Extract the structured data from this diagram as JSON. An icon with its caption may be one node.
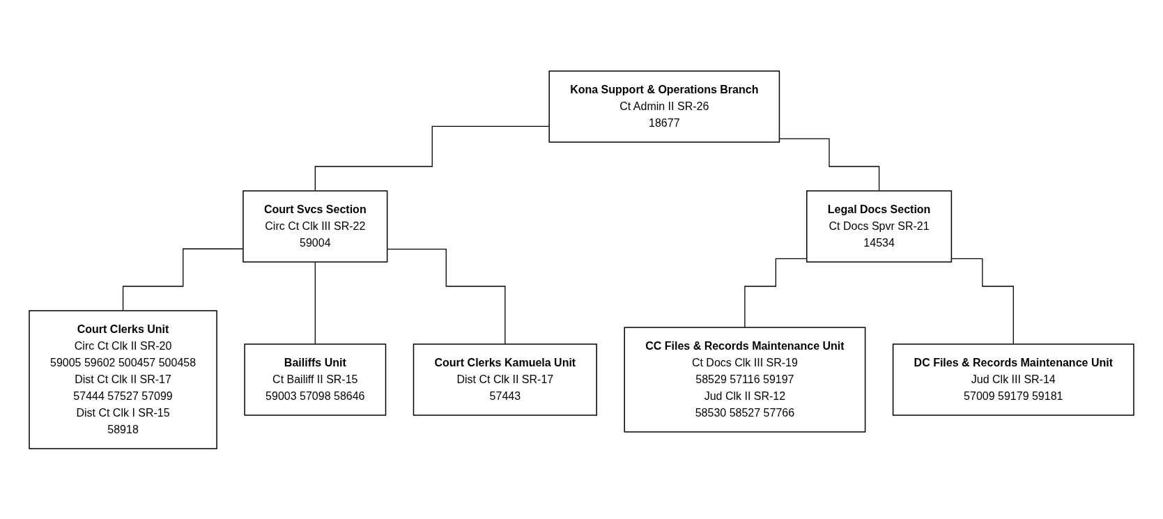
{
  "diagram": {
    "nodes": [
      {
        "text": [
          "Kona Support & Operations Branch",
          "Ct Admin II SR-26",
          "18677"
        ]
      },
      {
        "text": [
          "Court Svcs Section",
          "Circ Ct Clk III SR-22",
          "59004"
        ]
      },
      {
        "text": [
          "Legal Docs Section",
          "Ct Docs Spvr SR-21",
          "14534"
        ]
      },
      {
        "text": [
          "Court Clerks Unit",
          "Circ Ct Clk II SR-20",
          "59005 59602 500457 500458",
          "Dist Ct Clk II SR-17",
          "57444 57527 57099",
          "Dist Ct Clk I SR-15",
          "58918"
        ]
      },
      {
        "text": [
          "Bailiffs Unit",
          "Ct Bailiff II SR-15",
          "59003 57098 58646"
        ]
      },
      {
        "text": [
          "Court Clerks Kamuela Unit",
          "Dist Ct Clk II SR-17",
          "57443"
        ]
      },
      {
        "text": [
          "CC Files & Records Maintenance Unit",
          "Ct Docs Clk III SR-19",
          "58529 57116 59197",
          "Jud Clk II SR-12",
          "58530 58527 57766"
        ]
      },
      {
        "text": [
          "DC Files & Records Maintenance Unit",
          "Jud Clk III SR-14",
          "57009 59179 59181"
        ]
      }
    ],
    "edges": [
      {
        "from": 0,
        "to": 1,
        "arrow": "none"
      },
      {
        "from": 0,
        "to": 2,
        "arrow": "none"
      },
      {
        "from": 1,
        "to": 3,
        "arrow": "none"
      },
      {
        "from": 1,
        "to": 4,
        "arrow": "none"
      },
      {
        "from": 1,
        "to": 5,
        "arrow": "none"
      },
      {
        "from": 2,
        "to": 6,
        "arrow": "none"
      },
      {
        "from": 2,
        "to": 7,
        "arrow": "none"
      }
    ]
  }
}
